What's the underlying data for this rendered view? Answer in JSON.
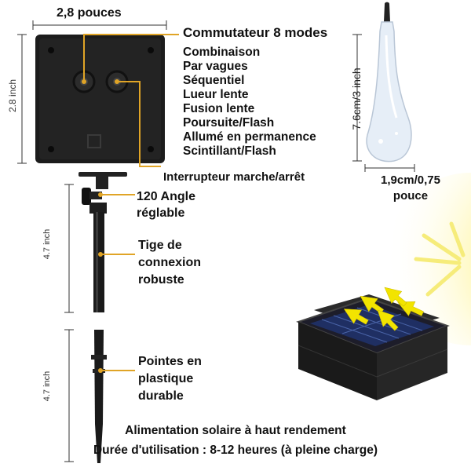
{
  "dimensions": {
    "box_width": "2,8 pouces",
    "box_height": "2.8 inch",
    "stem_height": "4.7 inch",
    "spike_height": "4.7 inch",
    "bulb_height": "7.6cm/3 inch",
    "bulb_width_line1": "1,9cm/0,75",
    "bulb_width_line2": "pouce"
  },
  "switch": {
    "title": "Commutateur 8 modes",
    "modes": [
      "Combinaison",
      "Par vagues",
      "Séquentiel",
      "Lueur lente",
      "Fusion lente",
      "Poursuite/Flash",
      "Allumé en permanence",
      "Scintillant/Flash"
    ],
    "power_switch": "Interrupteur marche/arrêt"
  },
  "features": {
    "angle_line1": "120 Angle",
    "angle_line2": "réglable",
    "stem_line1": "Tige de",
    "stem_line2": "connexion",
    "stem_line3": "robuste",
    "spike_line1": "Pointes en",
    "spike_line2": "plastique",
    "spike_line3": "durable"
  },
  "footer": {
    "line1": "Alimentation solaire à haut rendement",
    "line2": "Durée d'utilisation : 8-12 heures (à pleine charge)"
  },
  "colors": {
    "accent": "#e0a426",
    "box": "#1c1c1c",
    "arrow": "#f2e400"
  }
}
